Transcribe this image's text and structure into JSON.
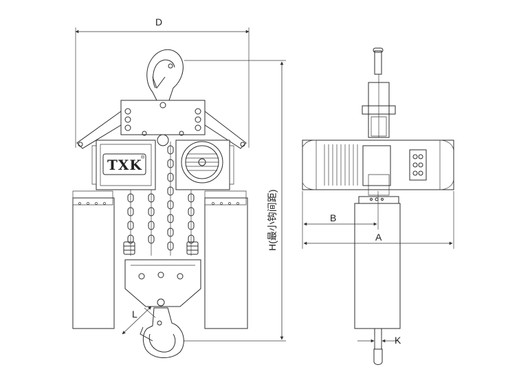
{
  "labels": {
    "d": "D",
    "h": "H(最小钩间距)",
    "l": "L",
    "b": "B",
    "a": "A",
    "k": "K"
  },
  "logo": {
    "brand": "TXK",
    "mark": "®"
  },
  "colors": {
    "line": "#2a2a2a",
    "background": "#ffffff"
  }
}
